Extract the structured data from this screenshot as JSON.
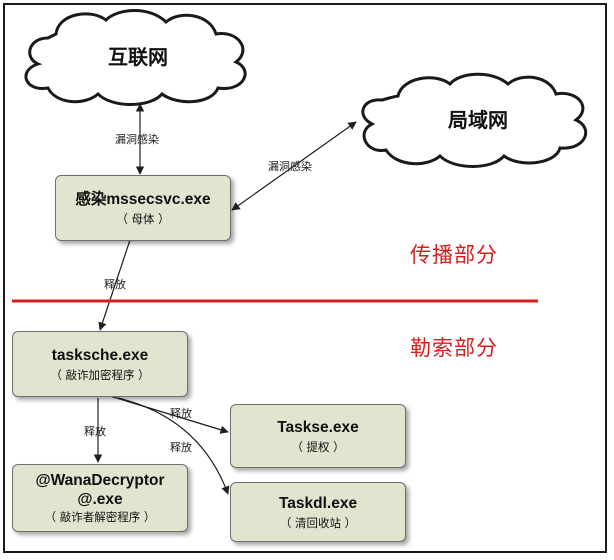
{
  "clouds": {
    "internet": "互联网",
    "lan": "局域网"
  },
  "sections": {
    "spread": "传播部分",
    "ransom": "勒索部分"
  },
  "edges": {
    "internet_to_infect": "漏洞感染",
    "lan_to_infect": "漏洞感染",
    "infect_to_tasksche": "释放",
    "tasksche_to_taskse": "释放",
    "tasksche_to_decryptor": "释放",
    "tasksche_to_taskdl": "释放"
  },
  "nodes": {
    "infect": {
      "title": "感染mssecsvc.exe",
      "subtitle": "（ 母体 ）"
    },
    "tasksche": {
      "title": "tasksche.exe",
      "subtitle": "（ 敲诈加密程序 ）"
    },
    "taskse": {
      "title": "Taskse.exe",
      "subtitle": "（ 提权 ）"
    },
    "decryptor": {
      "title_line1": "@WanaDecryptor",
      "title_line2": "@.exe",
      "subtitle": "（ 敲诈者解密程序 ）"
    },
    "taskdl": {
      "title": "Taskdl.exe",
      "subtitle": "（ 清回收站 ）"
    }
  },
  "colors": {
    "node_fill": "#dfe5cf",
    "divider": "#d42020",
    "section_text": "#d42020"
  }
}
